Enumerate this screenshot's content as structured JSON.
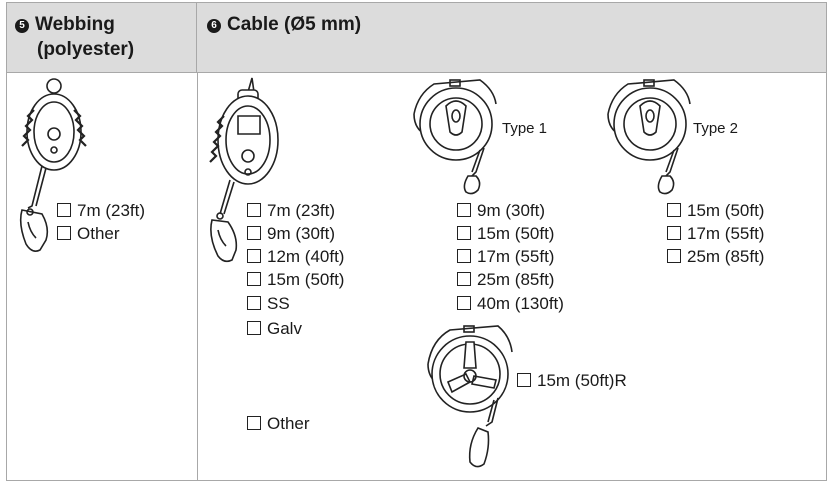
{
  "headers": {
    "webbing": {
      "number": "5",
      "title_line1": "Webbing",
      "title_line2": "(polyester)"
    },
    "cable": {
      "number": "6",
      "title": "Cable (Ø5 mm)"
    }
  },
  "webbing_options": [
    "7m (23ft)",
    "Other"
  ],
  "cable_main_options": [
    "7m (23ft)",
    "9m (30ft)",
    "12m (40ft)",
    "15m (50ft)",
    "SS",
    "Galv"
  ],
  "cable_other": "Other",
  "type1": {
    "label": "Type 1",
    "options": [
      "9m (30ft)",
      "15m (50ft)",
      "17m (55ft)",
      "25m (85ft)",
      "40m (130ft)"
    ]
  },
  "type2": {
    "label": "Type 2",
    "options": [
      "15m (50ft)",
      "17m (55ft)",
      "25m (85ft)"
    ]
  },
  "retractable_option": "15m (50ft)R"
}
